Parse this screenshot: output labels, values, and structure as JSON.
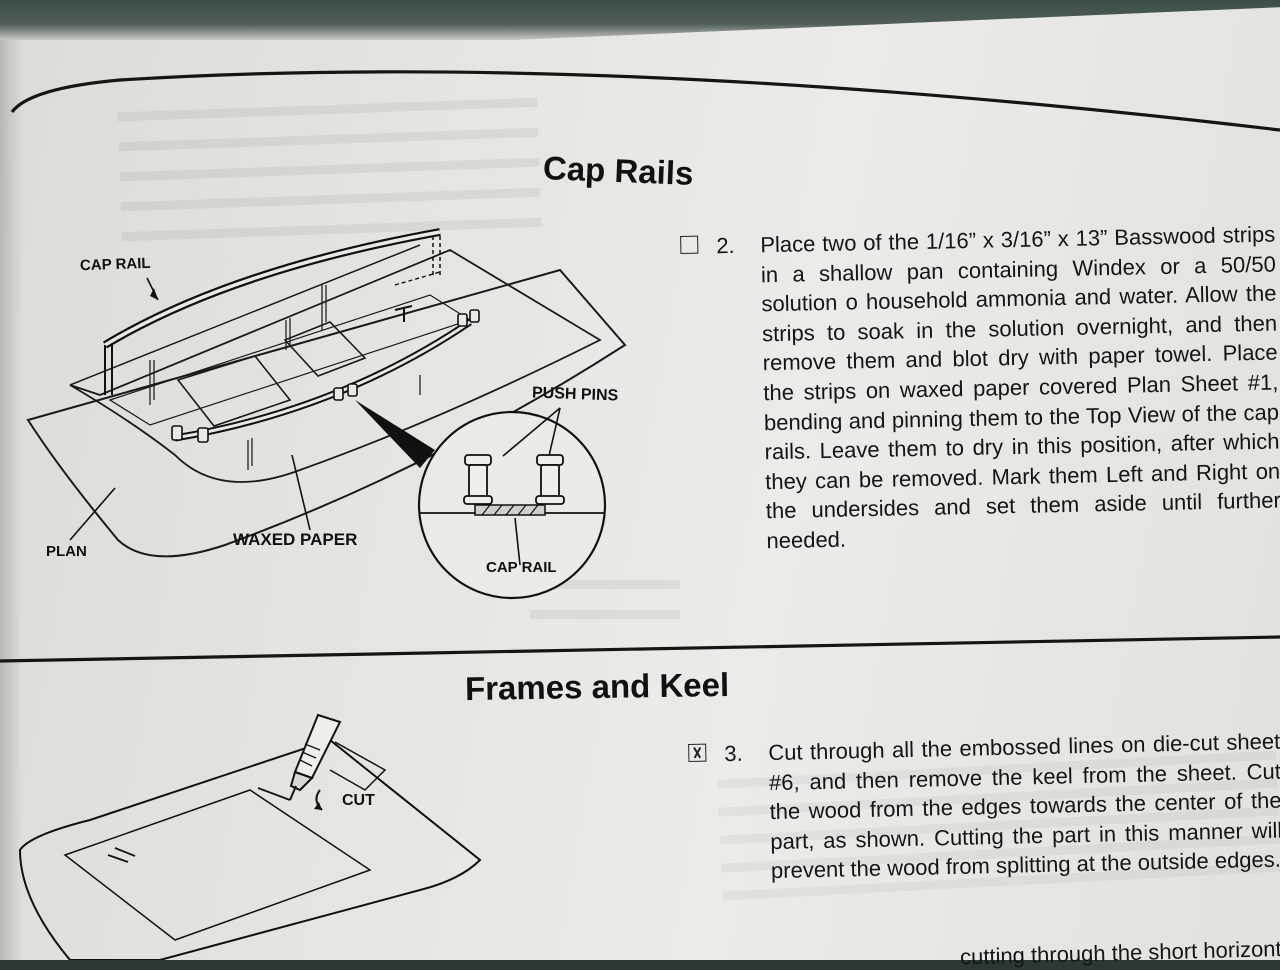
{
  "sections": [
    {
      "title": "Cap Rails",
      "step": {
        "checked": false,
        "number": "2.",
        "text": "Place two of the 1/16” x 3/16” x 13” Basswood strips in a shallow pan containing Windex or a 50/50 solution o household ammonia and water. Allow the strips to soak in the solution overnight, and then remove them and blot dry with paper towel. Place the strips on waxed paper covered Plan Sheet #1, bending and pinning them to the Top View of the cap rails. Leave them to dry in this position, after which they can be removed. Mark them Left and Right on the undersides and set them aside until further needed."
      },
      "figure_labels": {
        "cap_rail_top": "CAP RAIL",
        "push_pins": "PUSH PINS",
        "waxed_paper": "WAXED PAPER",
        "plan": "PLAN",
        "cap_rail_detail": "CAP RAIL"
      }
    },
    {
      "title": "Frames and Keel",
      "step": {
        "checked": true,
        "number": "3.",
        "text": "Cut through all the embossed lines on die-cut sheet #6, and then remove the keel from the sheet. Cut the wood from the edges towards the center of the part, as shown. Cutting the part in this manner will prevent the wood from splitting at the outside edges."
      },
      "figure_labels": {
        "cut": "CUT"
      },
      "partial_line": "cutting through the short horizontal"
    }
  ]
}
